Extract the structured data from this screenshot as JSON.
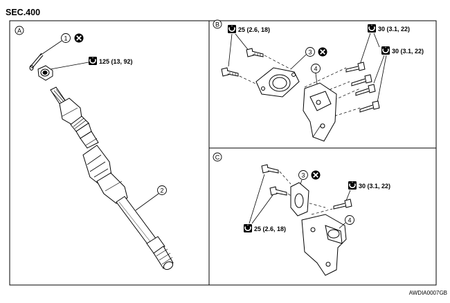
{
  "header": {
    "section": "SEC.400"
  },
  "figure_id": "AWDIA0007GB",
  "panels": {
    "a": {
      "letter": "A"
    },
    "b": {
      "letter": "B"
    },
    "c": {
      "letter": "C"
    }
  },
  "callouts": {
    "part1": "1",
    "part2": "2",
    "part3_b": "3",
    "part4_b": "4",
    "part3_c": "3",
    "part4_c": "4"
  },
  "torques": {
    "a_nut": "125 (13, 92)",
    "b_left": "25 (2.6, 18)",
    "b_top_right": "30 (3.1, 22)",
    "b_right": "30 (3.1, 22)",
    "c_right": "30 (3.1, 22)",
    "c_left": "25 (2.6, 18)"
  },
  "icons": {
    "discard": "x-circle-icon (do not reuse)",
    "torque": "torque-wrench-icon"
  }
}
